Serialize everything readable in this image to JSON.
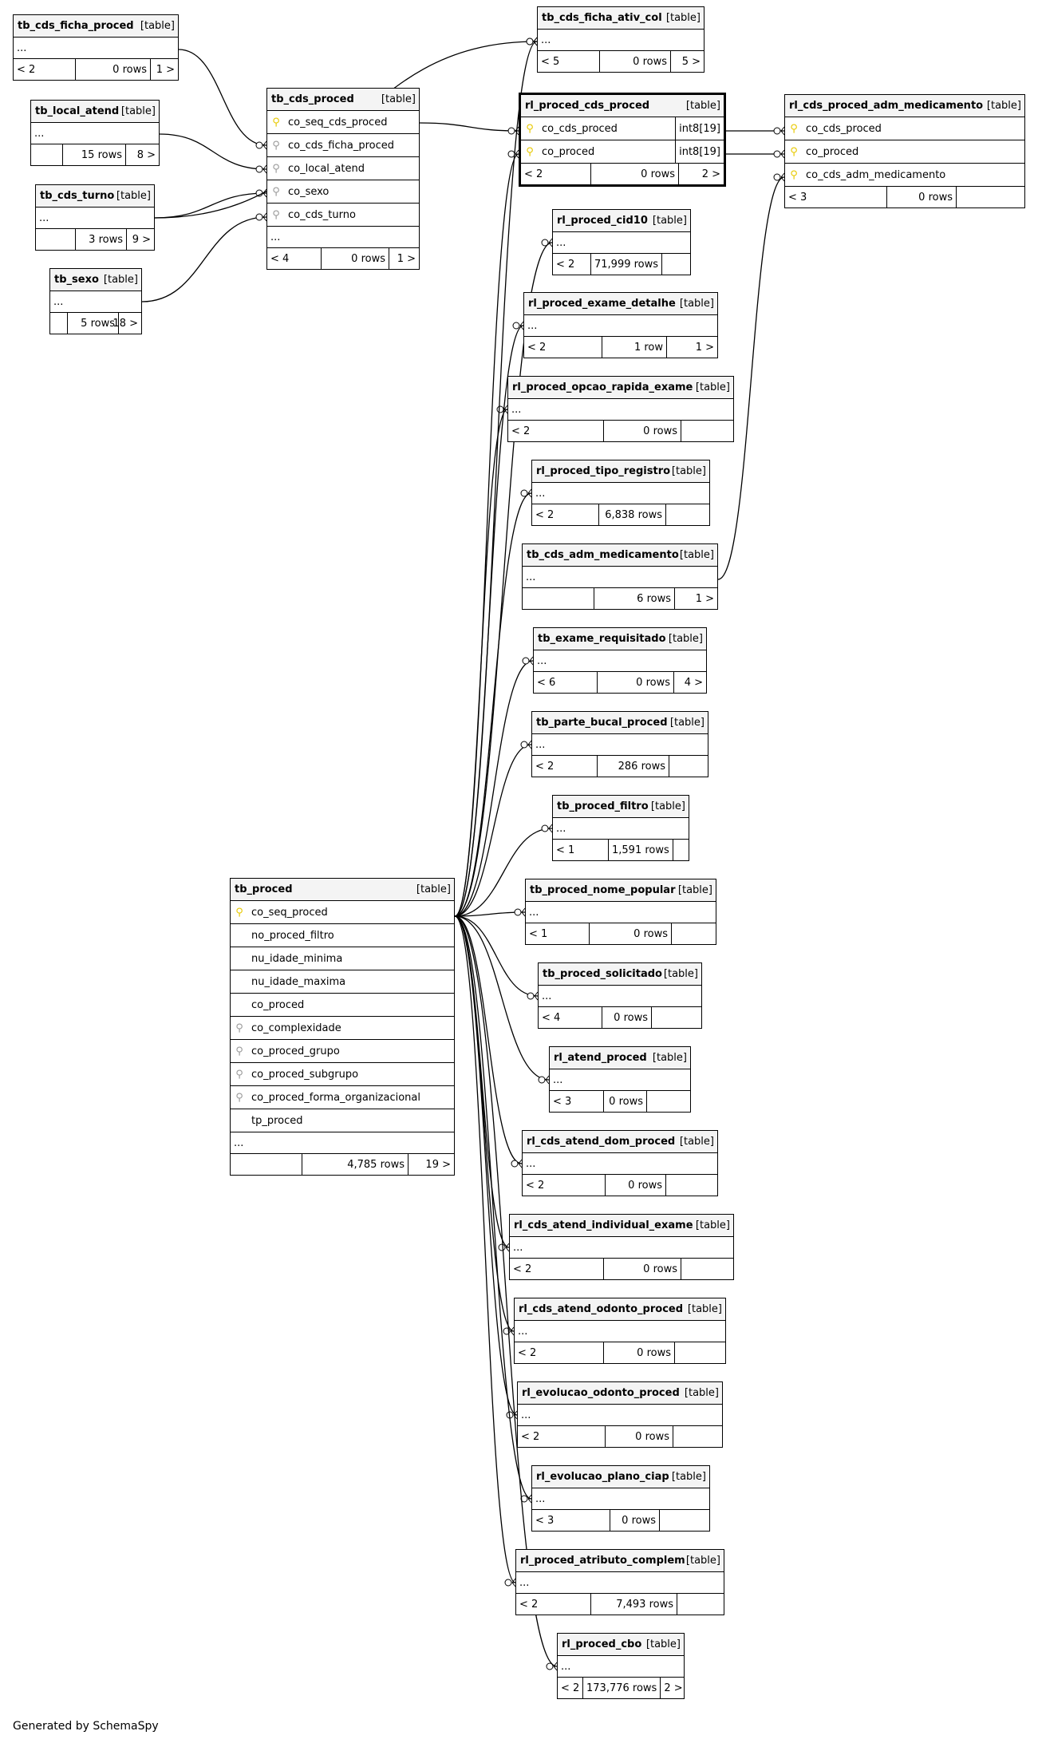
{
  "credit": "Generated by SchemaSpy",
  "tables": [
    {
      "id": "t_ficha_proced",
      "name": "tb_cds_ficha_proced",
      "type": "[table]",
      "cols": [],
      "ellipsis": "...",
      "foot": [
        "< 2",
        "0 rows",
        "1 >"
      ]
    },
    {
      "id": "t_local_atend",
      "name": "tb_local_atend",
      "type": "[table]",
      "cols": [],
      "ellipsis": "...",
      "foot": [
        "",
        "15 rows",
        "8 >"
      ]
    },
    {
      "id": "t_turno",
      "name": "tb_cds_turno",
      "type": "[table]",
      "cols": [],
      "ellipsis": "...",
      "foot": [
        "",
        "3 rows",
        "9 >"
      ]
    },
    {
      "id": "t_sexo",
      "name": "tb_sexo",
      "type": "[table]",
      "cols": [],
      "ellipsis": "...",
      "foot": [
        "",
        "5 rows",
        "18 >"
      ]
    },
    {
      "id": "t_cds_proced",
      "name": "tb_cds_proced",
      "type": "[table]",
      "cols": [
        {
          "name": "co_seq_cds_proced",
          "key": "pk"
        },
        {
          "name": "co_cds_ficha_proced",
          "key": "fk"
        },
        {
          "name": "co_local_atend",
          "key": "fk"
        },
        {
          "name": "co_sexo",
          "key": "fk"
        },
        {
          "name": "co_cds_turno",
          "key": "fk"
        }
      ],
      "ellipsis": "...",
      "foot": [
        "< 4",
        "0 rows",
        "1 >"
      ]
    },
    {
      "id": "t_ficha_ativ_col",
      "name": "tb_cds_ficha_ativ_col",
      "type": "[table]",
      "cols": [],
      "ellipsis": "...",
      "foot": [
        "< 5",
        "0 rows",
        "5 >"
      ]
    },
    {
      "id": "t_rl_cds_proced",
      "name": "rl_proced_cds_proced",
      "type": "[table]",
      "focus": true,
      "cols": [
        {
          "name": "co_cds_proced",
          "key": "pk",
          "ctype": "int8[19]"
        },
        {
          "name": "co_proced",
          "key": "pk",
          "ctype": "int8[19]"
        }
      ],
      "foot": [
        "< 2",
        "0 rows",
        "2 >"
      ]
    },
    {
      "id": "t_adm_med_rl",
      "name": "rl_cds_proced_adm_medicamento",
      "type": "[table]",
      "cols": [
        {
          "name": "co_cds_proced",
          "key": "pk"
        },
        {
          "name": "co_proced",
          "key": "pk"
        },
        {
          "name": "co_cds_adm_medicamento",
          "key": "pk"
        }
      ],
      "foot": [
        "< 3",
        "0 rows",
        ""
      ]
    },
    {
      "id": "t_cid10",
      "name": "rl_proced_cid10",
      "type": "[table]",
      "cols": [],
      "ellipsis": "...",
      "foot": [
        "< 2",
        "71,999 rows",
        ""
      ]
    },
    {
      "id": "t_exame_det",
      "name": "rl_proced_exame_detalhe",
      "type": "[table]",
      "cols": [],
      "ellipsis": "...",
      "foot": [
        "< 2",
        "1 row",
        "1 >"
      ]
    },
    {
      "id": "t_opcao_rap",
      "name": "rl_proced_opcao_rapida_exame",
      "type": "[table]",
      "cols": [],
      "ellipsis": "...",
      "foot": [
        "< 2",
        "0 rows",
        ""
      ]
    },
    {
      "id": "t_tipo_reg",
      "name": "rl_proced_tipo_registro",
      "type": "[table]",
      "cols": [],
      "ellipsis": "...",
      "foot": [
        "< 2",
        "6,838 rows",
        ""
      ]
    },
    {
      "id": "t_adm_med",
      "name": "tb_cds_adm_medicamento",
      "type": "[table]",
      "cols": [],
      "ellipsis": "...",
      "foot": [
        "",
        "6 rows",
        "1 >"
      ]
    },
    {
      "id": "t_exame_req",
      "name": "tb_exame_requisitado",
      "type": "[table]",
      "cols": [],
      "ellipsis": "...",
      "foot": [
        "< 6",
        "0 rows",
        "4 >"
      ]
    },
    {
      "id": "t_parte_bucal",
      "name": "tb_parte_bucal_proced",
      "type": "[table]",
      "cols": [],
      "ellipsis": "...",
      "foot": [
        "< 2",
        "286 rows",
        ""
      ]
    },
    {
      "id": "t_filtro",
      "name": "tb_proced_filtro",
      "type": "[table]",
      "cols": [],
      "ellipsis": "...",
      "foot": [
        "< 1",
        "1,591 rows",
        ""
      ]
    },
    {
      "id": "t_nome_pop",
      "name": "tb_proced_nome_popular",
      "type": "[table]",
      "cols": [],
      "ellipsis": "...",
      "foot": [
        "< 1",
        "0 rows",
        ""
      ]
    },
    {
      "id": "t_solicitado",
      "name": "tb_proced_solicitado",
      "type": "[table]",
      "cols": [],
      "ellipsis": "...",
      "foot": [
        "< 4",
        "0 rows",
        ""
      ]
    },
    {
      "id": "t_atend_proc",
      "name": "rl_atend_proced",
      "type": "[table]",
      "cols": [],
      "ellipsis": "...",
      "foot": [
        "< 3",
        "0 rows",
        ""
      ]
    },
    {
      "id": "t_atend_dom",
      "name": "rl_cds_atend_dom_proced",
      "type": "[table]",
      "cols": [],
      "ellipsis": "...",
      "foot": [
        "< 2",
        "0 rows",
        ""
      ]
    },
    {
      "id": "t_atend_ind",
      "name": "rl_cds_atend_individual_exame",
      "type": "[table]",
      "cols": [],
      "ellipsis": "...",
      "foot": [
        "< 2",
        "0 rows",
        ""
      ]
    },
    {
      "id": "t_atend_odo",
      "name": "rl_cds_atend_odonto_proced",
      "type": "[table]",
      "cols": [],
      "ellipsis": "...",
      "foot": [
        "< 2",
        "0 rows",
        ""
      ]
    },
    {
      "id": "t_evol_odo",
      "name": "rl_evolucao_odonto_proced",
      "type": "[table]",
      "cols": [],
      "ellipsis": "...",
      "foot": [
        "< 2",
        "0 rows",
        ""
      ]
    },
    {
      "id": "t_evol_ciap",
      "name": "rl_evolucao_plano_ciap",
      "type": "[table]",
      "cols": [],
      "ellipsis": "...",
      "foot": [
        "< 3",
        "0 rows",
        ""
      ]
    },
    {
      "id": "t_atrib",
      "name": "rl_proced_atributo_complem",
      "type": "[table]",
      "cols": [],
      "ellipsis": "...",
      "foot": [
        "< 2",
        "7,493 rows",
        ""
      ]
    },
    {
      "id": "t_cbo",
      "name": "rl_proced_cbo",
      "type": "[table]",
      "cols": [],
      "ellipsis": "...",
      "foot": [
        "< 2",
        "173,776 rows",
        "2 >"
      ]
    },
    {
      "id": "t_proced",
      "name": "tb_proced",
      "type": "[table]",
      "cols": [
        {
          "name": "co_seq_proced",
          "key": "pk"
        },
        {
          "name": "no_proced_filtro",
          "key": ""
        },
        {
          "name": "nu_idade_minima",
          "key": ""
        },
        {
          "name": "nu_idade_maxima",
          "key": ""
        },
        {
          "name": "co_proced",
          "key": ""
        },
        {
          "name": "co_complexidade",
          "key": "fk"
        },
        {
          "name": "co_proced_grupo",
          "key": "fk"
        },
        {
          "name": "co_proced_subgrupo",
          "key": "fk"
        },
        {
          "name": "co_proced_forma_organizacional",
          "key": "fk"
        },
        {
          "name": "tp_proced",
          "key": ""
        }
      ],
      "ellipsis": "...",
      "foot": [
        "",
        "4,785 rows",
        "19 >"
      ]
    }
  ],
  "icons": {
    "pk": "primary-key-icon",
    "fk": "foreign-key-icon"
  }
}
